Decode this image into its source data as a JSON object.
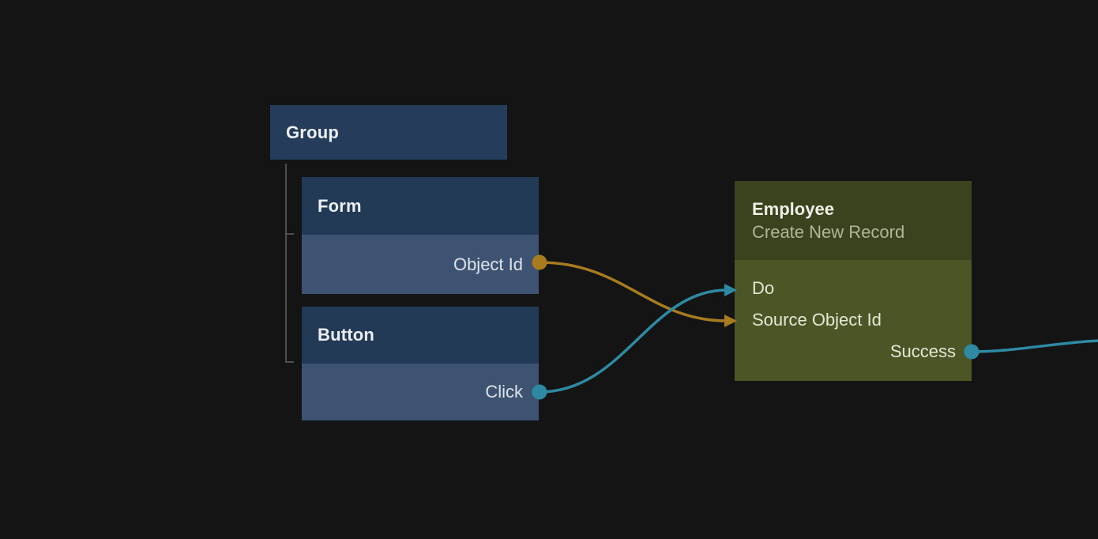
{
  "colors": {
    "background": "#141414",
    "wire_amber": "#a87c1e",
    "wire_teal": "#2e8aa3",
    "tree_line": "#4e4e4e",
    "blue_header": "#233a57",
    "blue_body": "#3e5371",
    "green_header": "#3a431e",
    "green_body": "#4c5526"
  },
  "group": {
    "label": "Group"
  },
  "nodes": {
    "form": {
      "title": "Form",
      "outputs": [
        {
          "label": "Object Id",
          "port_color": "#a87c1e"
        }
      ]
    },
    "button": {
      "title": "Button",
      "outputs": [
        {
          "label": "Click",
          "port_color": "#2e8aa3"
        }
      ]
    },
    "employee": {
      "title": "Employee",
      "subtitle": "Create New Record",
      "inputs": [
        {
          "label": "Do",
          "port_color": "#2e8aa3"
        },
        {
          "label": "Source Object Id",
          "port_color": "#a87c1e"
        }
      ],
      "outputs": [
        {
          "label": "Success",
          "port_color": "#2e8aa3"
        }
      ]
    }
  },
  "wires": [
    {
      "from": "Form / Object Id",
      "to": "Employee / Source Object Id",
      "color": "#a87c1e"
    },
    {
      "from": "Button / Click",
      "to": "Employee / Do",
      "color": "#2e8aa3"
    },
    {
      "from": "Employee / Success",
      "to": "offscreen-right",
      "color": "#2e8aa3"
    }
  ]
}
